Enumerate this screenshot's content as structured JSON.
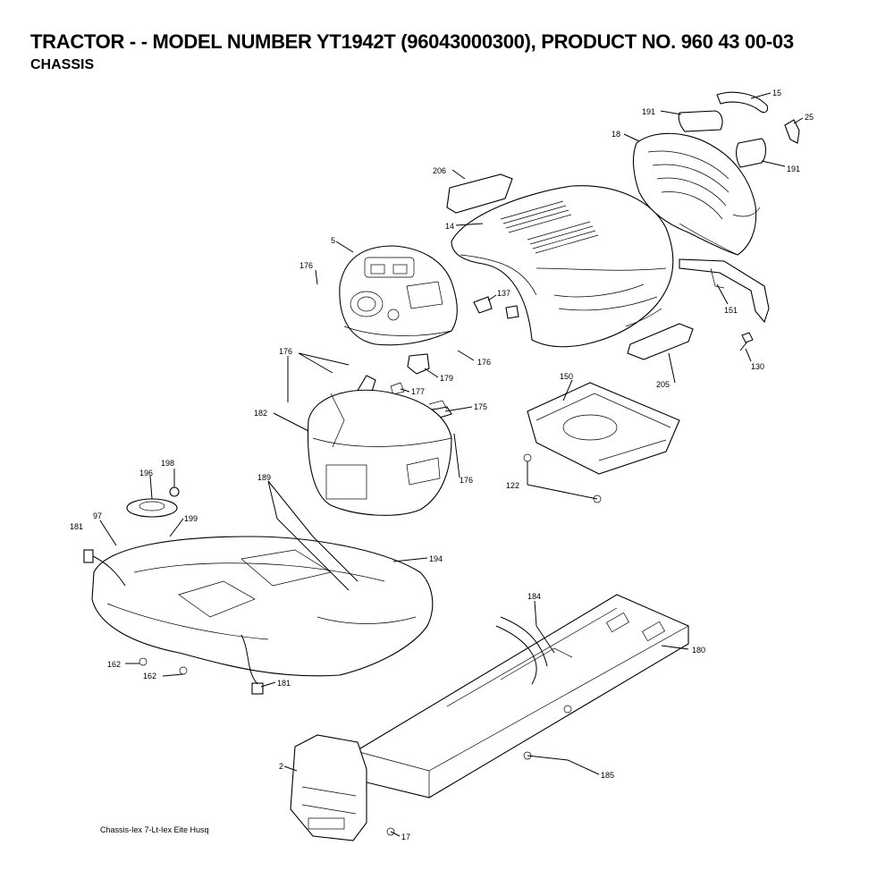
{
  "header": {
    "title": "TRACTOR - - MODEL NUMBER YT1942T (96043000300), PRODUCT NO. 960 43 00-03",
    "subtitle": "CHASSIS"
  },
  "caption": "Chassis-Iex 7-Lt-Iex Eite Husq",
  "callouts": [
    {
      "id": "c15",
      "text": "15"
    },
    {
      "id": "c191a",
      "text": "191"
    },
    {
      "id": "c25",
      "text": "25"
    },
    {
      "id": "c18",
      "text": "18"
    },
    {
      "id": "c191b",
      "text": "191"
    },
    {
      "id": "c206",
      "text": "206"
    },
    {
      "id": "c14",
      "text": "14"
    },
    {
      "id": "c5",
      "text": "5"
    },
    {
      "id": "c176a",
      "text": "176"
    },
    {
      "id": "c137",
      "text": "137"
    },
    {
      "id": "c151",
      "text": "151"
    },
    {
      "id": "c176b",
      "text": "176"
    },
    {
      "id": "c176c",
      "text": "176"
    },
    {
      "id": "c179",
      "text": "179"
    },
    {
      "id": "c130",
      "text": "130"
    },
    {
      "id": "c205",
      "text": "205"
    },
    {
      "id": "c177",
      "text": "177"
    },
    {
      "id": "c150",
      "text": "150"
    },
    {
      "id": "c175",
      "text": "175"
    },
    {
      "id": "c182",
      "text": "182"
    },
    {
      "id": "c176d",
      "text": "176"
    },
    {
      "id": "c122",
      "text": "122"
    },
    {
      "id": "c198",
      "text": "198"
    },
    {
      "id": "c196",
      "text": "196"
    },
    {
      "id": "c189",
      "text": "189"
    },
    {
      "id": "c97",
      "text": "97"
    },
    {
      "id": "c199",
      "text": "199"
    },
    {
      "id": "c181a",
      "text": "181"
    },
    {
      "id": "c194",
      "text": "194"
    },
    {
      "id": "c184",
      "text": "184"
    },
    {
      "id": "c180",
      "text": "180"
    },
    {
      "id": "c162a",
      "text": "162"
    },
    {
      "id": "c162b",
      "text": "162"
    },
    {
      "id": "c181b",
      "text": "181"
    },
    {
      "id": "c2",
      "text": "2"
    },
    {
      "id": "c185",
      "text": "185"
    },
    {
      "id": "c17",
      "text": "17"
    }
  ]
}
